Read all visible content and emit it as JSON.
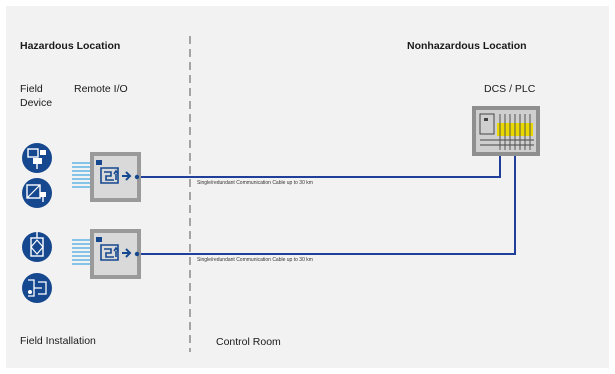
{
  "zones": {
    "hazardous_title": "Hazardous Location",
    "nonhazardous_title": "Nonhazardous Location"
  },
  "labels": {
    "field_device": "Field Device",
    "remote_io": "Remote I/O",
    "dcs_plc": "DCS / PLC",
    "field_installation": "Field Installation",
    "control_room": "Control Room"
  },
  "cables": [
    {
      "label": "Single/redundant Communication Cable up to 30 km"
    },
    {
      "label": "Single/redundant Communication Cable up to 30 km"
    }
  ],
  "colors": {
    "device_circle": "#16488f",
    "cable_line": "#1f3f9b",
    "signal_lines": "#5fb4e6",
    "remote_io_box": "#9a9a9a",
    "dcs_slots": "#e8d800"
  },
  "icons": [
    "transmitter-icon",
    "converter-icon",
    "valve-actuator-icon",
    "positioner-icon",
    "remote-io-module-icon",
    "dcs-plc-rack-icon"
  ]
}
